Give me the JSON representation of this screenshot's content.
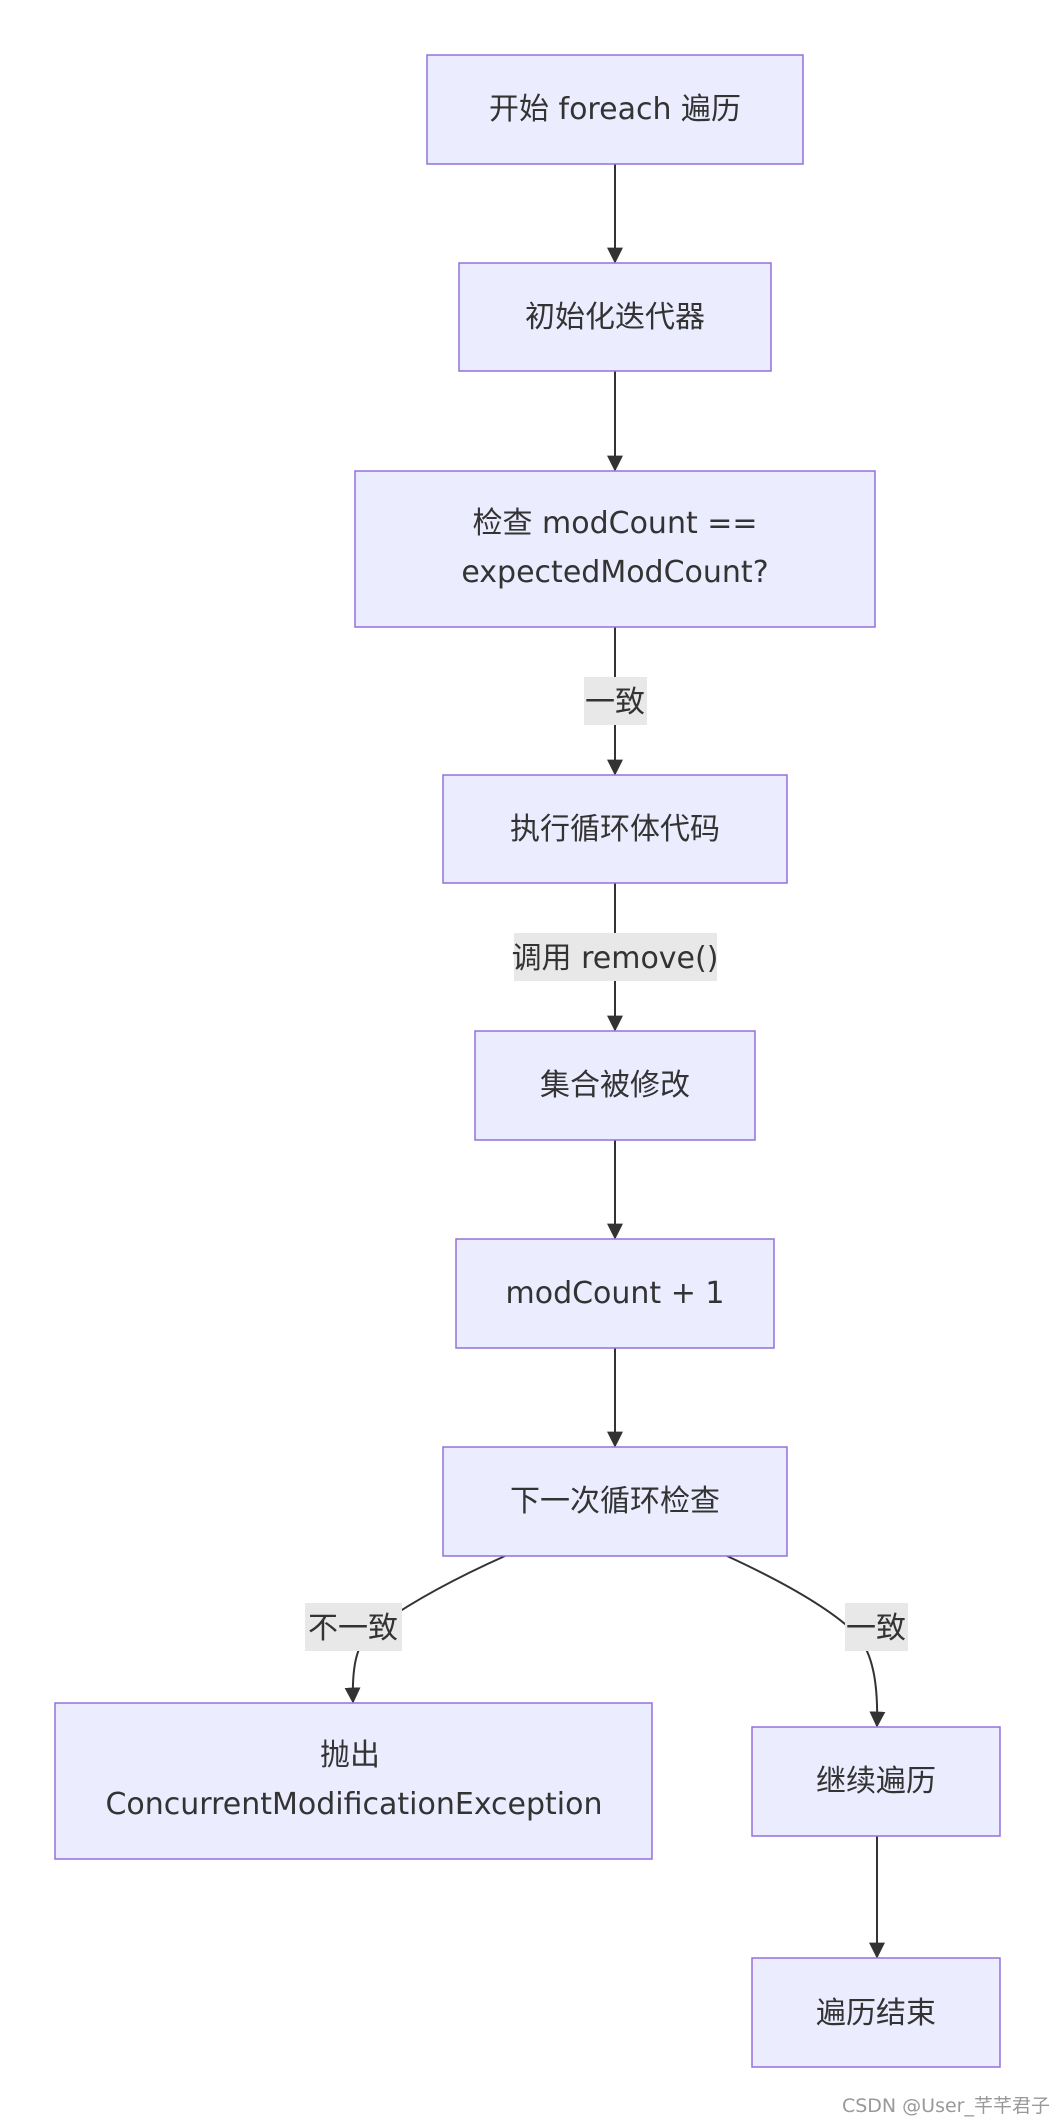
{
  "diagram": {
    "type": "flowchart",
    "direction": "top-down",
    "colors": {
      "node_fill": "#ECECFF",
      "node_border": "#9370DB",
      "edge": "#333333",
      "label_bg": "#E8E8E8",
      "text": "#333333"
    },
    "nodes": {
      "start": "开始 foreach 遍历",
      "init_iterator": "初始化迭代器",
      "check_line1": "检查 modCount ==",
      "check_line2": "expectedModCount?",
      "exec_body": "执行循环体代码",
      "modified": "集合被修改",
      "modcount_inc": "modCount + 1",
      "next_check": "下一次循环检查",
      "throw_line1": "抛出",
      "throw_line2": "ConcurrentModificationException",
      "continue": "继续遍历",
      "end": "遍历结束"
    },
    "edges": [
      {
        "from": "start",
        "to": "init_iterator",
        "label": ""
      },
      {
        "from": "init_iterator",
        "to": "check",
        "label": ""
      },
      {
        "from": "check",
        "to": "exec_body",
        "label": "一致"
      },
      {
        "from": "exec_body",
        "to": "modified",
        "label": "调用 remove()"
      },
      {
        "from": "modified",
        "to": "modcount_inc",
        "label": ""
      },
      {
        "from": "modcount_inc",
        "to": "next_check",
        "label": ""
      },
      {
        "from": "next_check",
        "to": "throw",
        "label": "不一致"
      },
      {
        "from": "next_check",
        "to": "continue",
        "label": "一致"
      },
      {
        "from": "continue",
        "to": "end",
        "label": ""
      }
    ]
  },
  "watermark": "CSDN @User_芊芊君子"
}
